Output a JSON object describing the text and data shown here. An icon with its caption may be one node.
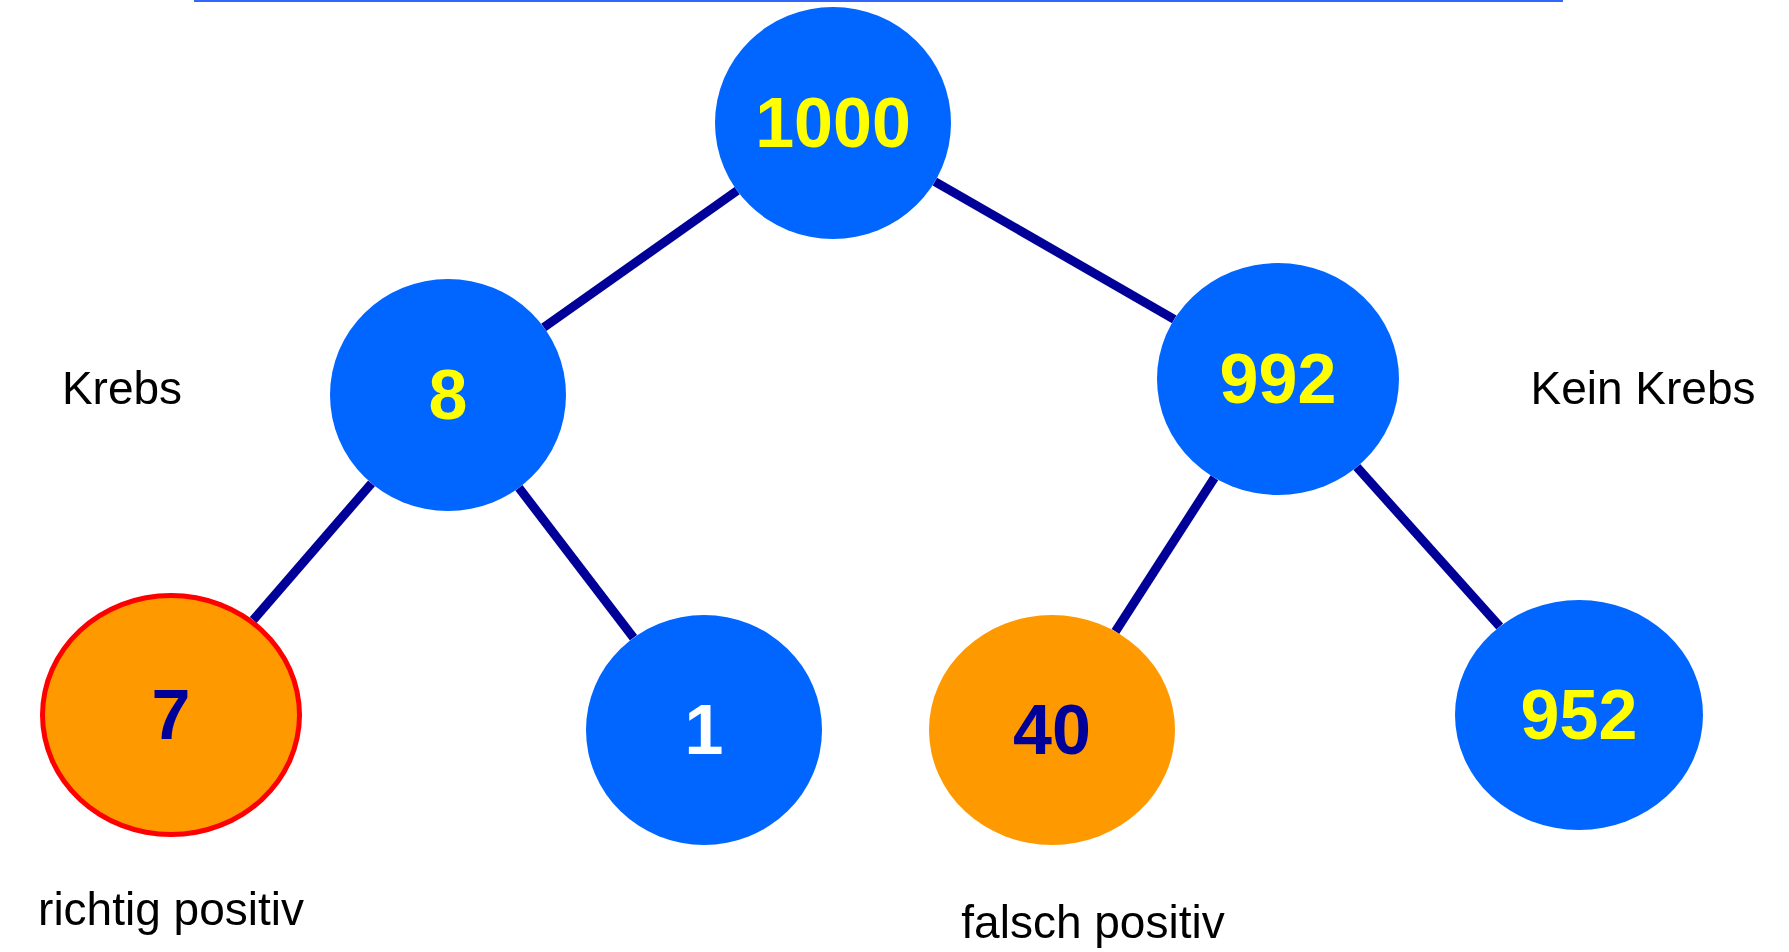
{
  "diagram": {
    "nodes": [
      {
        "text": [
          "1000"
        ]
      },
      {
        "text": [
          "8"
        ],
        "beside": [
          "Krebs"
        ]
      },
      {
        "text": [
          "992"
        ],
        "beside": [
          "Kein Krebs"
        ]
      },
      {
        "text": [
          "7"
        ],
        "beside": [
          "richtig positiv"
        ]
      },
      {
        "text": [
          "1"
        ]
      },
      {
        "text": [
          "40"
        ],
        "beside": [
          "falsch positiv"
        ]
      },
      {
        "text": [
          "952"
        ]
      }
    ],
    "edges": [
      {
        "from": 0,
        "to": 1,
        "arrow": "none"
      },
      {
        "from": 0,
        "to": 2,
        "arrow": "none"
      },
      {
        "from": 1,
        "to": 3,
        "arrow": "none"
      },
      {
        "from": 1,
        "to": 4,
        "arrow": "none"
      },
      {
        "from": 2,
        "to": 5,
        "arrow": "none"
      },
      {
        "from": 2,
        "to": 6,
        "arrow": "none"
      }
    ]
  }
}
